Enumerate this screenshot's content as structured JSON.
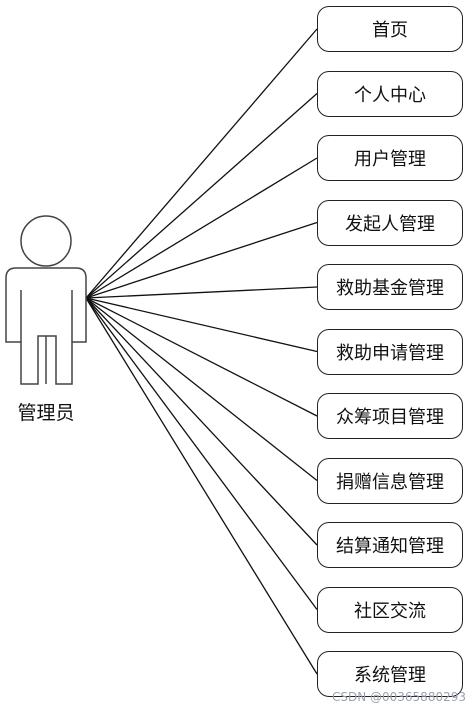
{
  "actor": {
    "label": "管理员"
  },
  "use_cases": [
    {
      "label": "首页"
    },
    {
      "label": "个人中心"
    },
    {
      "label": "用户管理"
    },
    {
      "label": "发起人管理"
    },
    {
      "label": "救助基金管理"
    },
    {
      "label": "救助申请管理"
    },
    {
      "label": "众筹项目管理"
    },
    {
      "label": "捐赠信息管理"
    },
    {
      "label": "结算通知管理"
    },
    {
      "label": "社区交流"
    },
    {
      "label": "系统管理"
    }
  ],
  "watermark": "CSDN @00365880293"
}
